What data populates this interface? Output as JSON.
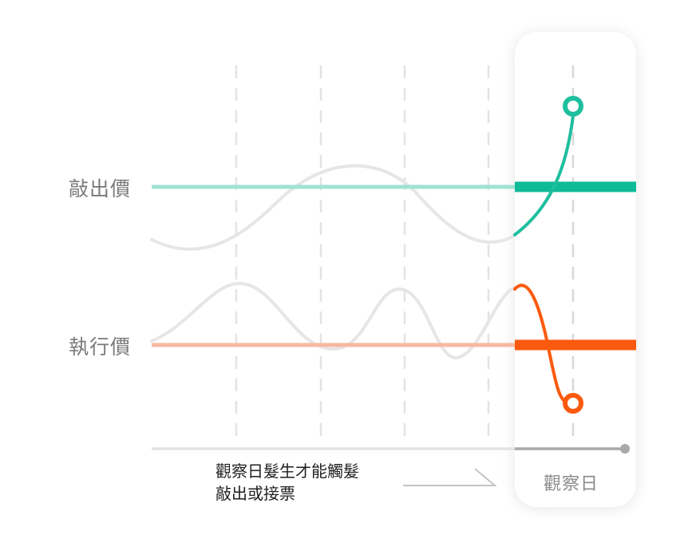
{
  "labels": {
    "knock_out": "敲出價",
    "strike": "執行價",
    "observation_day": "觀察日"
  },
  "note": {
    "line1": "觀察日髮生才能觸髮",
    "line2": "敲出或接票"
  },
  "colors": {
    "knock_out_light": "#9fe3d3",
    "knock_out": "#0fba98",
    "strike_light": "#f8b8a0",
    "strike": "#fb5a0e",
    "path_grey": "#e6e6e6",
    "grid": "#e3e3e3",
    "axis": "#a9a9a9"
  }
}
